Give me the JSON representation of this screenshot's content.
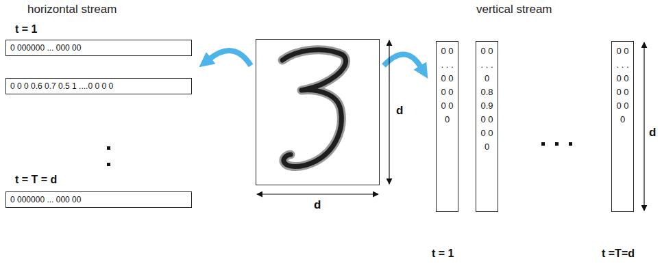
{
  "diagram": {
    "nodes": [
      {
        "text": [
          "0 000000 ... 000 00"
        ]
      },
      {
        "text": [
          "0 0 0 0.6 0.7 0.5 1 ....0 0 0 0"
        ]
      },
      {
        "text": [
          "0 000000 ... 000 00"
        ]
      },
      {
        "text": [
          "0 0 . . . 0 0 0 0 0 0 0"
        ]
      },
      {
        "text": [
          "0 0 . . . 0 0.8 0.9 0 0 0 0 0"
        ]
      },
      {
        "text": [
          "0 0 . . . 0 0 0 0 0 0 0"
        ]
      }
    ],
    "labels": [
      "horizontal stream",
      "t = 1",
      "t = T = d",
      "d",
      "d",
      "vertical stream",
      "d",
      "t = 1",
      "t =T=d"
    ]
  }
}
